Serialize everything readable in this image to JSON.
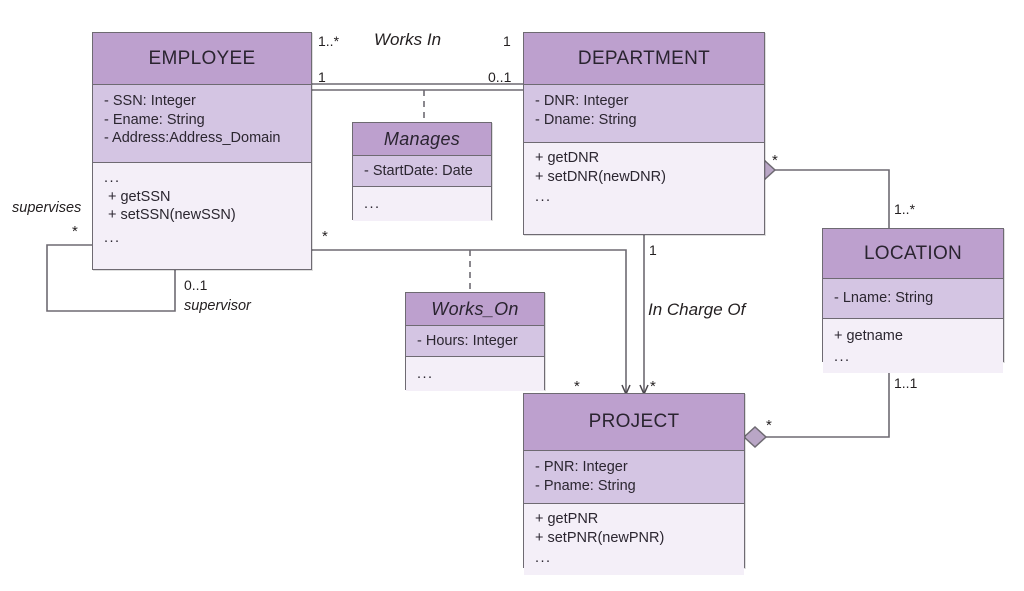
{
  "diagram": {
    "kind": "uml-class-diagram",
    "title": "",
    "colors": {
      "header_fill": "#bda0ce",
      "attribute_fill": "#d4c5e3",
      "operation_fill": "#f4eff8",
      "stroke": "#6e6a72",
      "text": "#231f20",
      "background": "#ffffff"
    }
  },
  "classes": {
    "employee": {
      "name": "EMPLOYEE",
      "attributes": [
        "- SSN: Integer",
        "- Ename: String",
        "- Address:Address_Domain"
      ],
      "operations_lead": "...",
      "operations": [
        "+ getSSN",
        "+ setSSN(newSSN)"
      ],
      "operations_trail": "..."
    },
    "department": {
      "name": "DEPARTMENT",
      "attributes": [
        "- DNR: Integer",
        "- Dname: String"
      ],
      "operations": [
        "+ getDNR",
        "+ setDNR(newDNR)"
      ],
      "operations_trail": "..."
    },
    "project": {
      "name": "PROJECT",
      "attributes": [
        "- PNR: Integer",
        "- Pname: String"
      ],
      "operations": [
        "+ getPNR",
        "+ setPNR(newPNR)"
      ],
      "operations_trail": "..."
    },
    "location": {
      "name": "LOCATION",
      "attributes": [
        "- Lname: String"
      ],
      "operations": [
        "+ getname"
      ],
      "operations_trail": "..."
    },
    "manages": {
      "name": "Manages",
      "attributes": [
        "- StartDate: Date"
      ],
      "operations_trail": "..."
    },
    "works_on": {
      "name": "Works_On",
      "attributes": [
        "- Hours: Integer"
      ],
      "operations_trail": "..."
    }
  },
  "associations": {
    "works_in": {
      "name": "Works In",
      "source_multiplicity": "1..*",
      "target_multiplicity": "1"
    },
    "manages_link": {
      "source_multiplicity": "1",
      "target_multiplicity": "0..1"
    },
    "supervises": {
      "name": "supervises",
      "source_multiplicity": "*",
      "target_multiplicity": "0..1",
      "target_role": "supervisor"
    },
    "works_on_link": {
      "source_multiplicity": "*",
      "target_multiplicity": "*"
    },
    "in_charge_of": {
      "name": "In Charge Of",
      "source_multiplicity": "1",
      "target_multiplicity": "*"
    },
    "dept_location": {
      "source_multiplicity": "*",
      "target_multiplicity": "1..*"
    },
    "project_location": {
      "source_multiplicity": "*",
      "target_multiplicity": "1..1"
    }
  }
}
